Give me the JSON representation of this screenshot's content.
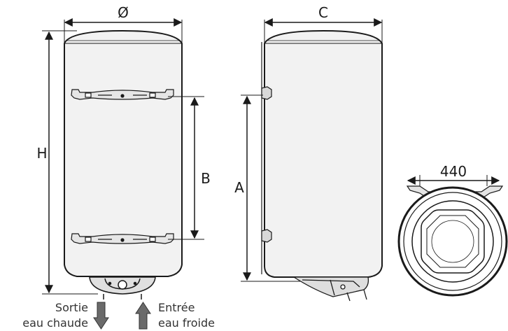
{
  "labels": {
    "diameter": "Ø",
    "height": "H",
    "bracket_spacing": "B",
    "depth": "C",
    "side_height": "A",
    "top_width": "440"
  },
  "captions": {
    "outlet_line1": "Sortie",
    "outlet_line2": "eau chaude",
    "inlet_line1": "Entrée",
    "inlet_line2": "eau froide"
  },
  "icons": {
    "outlet_arrow": "down-arrow-icon",
    "inlet_arrow": "up-arrow-icon"
  },
  "colors": {
    "body_fill": "#f2f2f2",
    "line": "#1a1a1a",
    "arrow_fill": "#6a6a6a"
  }
}
